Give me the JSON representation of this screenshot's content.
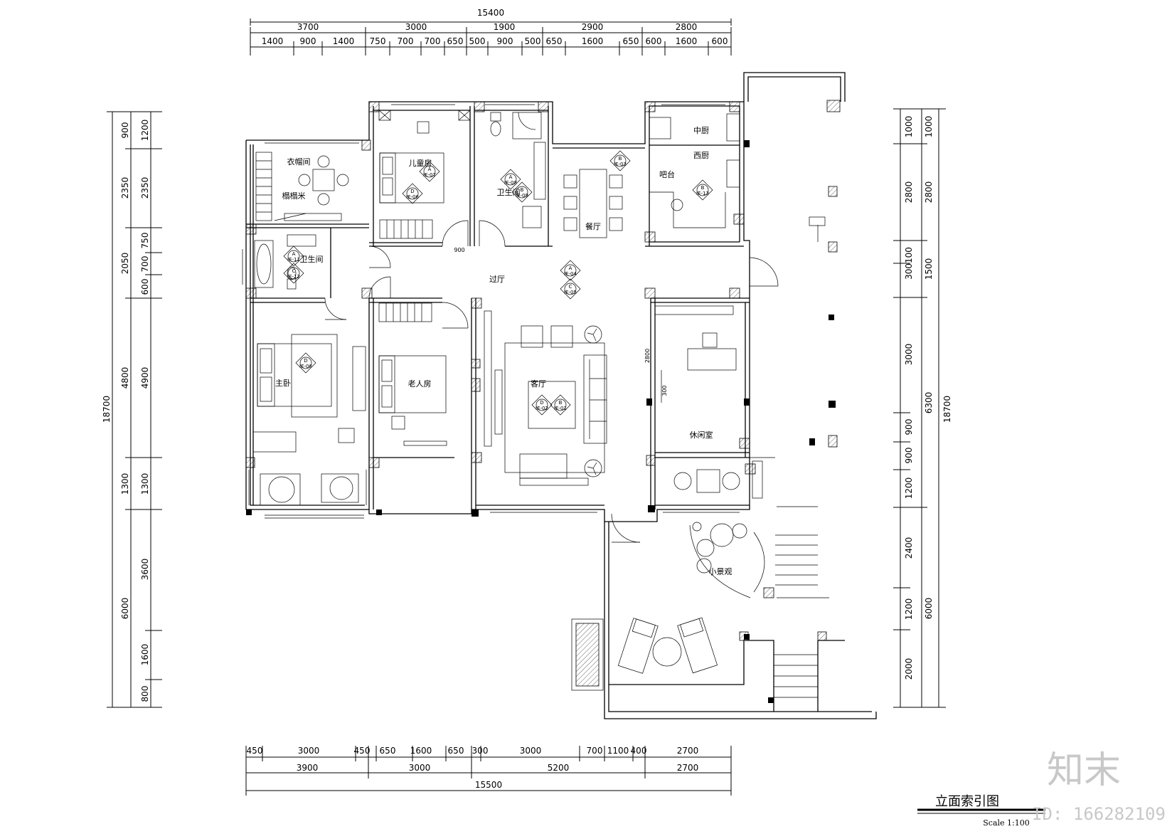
{
  "top_dims": {
    "total": "15400",
    "segments": [
      "3700",
      "3000",
      "1900",
      "2900",
      "2800"
    ],
    "sub": [
      "1400",
      "900",
      "1400",
      "750",
      "700",
      "700",
      "650",
      "500",
      "900",
      "500",
      "650",
      "1600",
      "650",
      "600",
      "1600",
      "600"
    ]
  },
  "bottom_dims": {
    "total": "15500",
    "segments": [
      "3900",
      "3000",
      "5200",
      "2700"
    ],
    "sub": [
      "450",
      "3000",
      "450",
      "650",
      "1600",
      "650",
      "300",
      "3000",
      "700",
      "1100",
      "400",
      "2700"
    ]
  },
  "left_dims": {
    "total": "18700",
    "outer": [
      "900",
      "2350",
      "2050",
      "4800",
      "1300",
      "6000"
    ],
    "inner": [
      "1200",
      "2350",
      "750",
      "700",
      "600",
      "4900",
      "1300",
      "3600",
      "1600",
      "800"
    ]
  },
  "right_dims": {
    "total": "18700",
    "outer": [
      "1000",
      "2800",
      "1500",
      "6300",
      "6000"
    ],
    "inner": [
      "1000",
      "2800",
      "1000",
      "3000",
      "900",
      "900",
      "1200",
      "2400",
      "1200",
      "2000"
    ],
    "stacked": "300100"
  },
  "rooms": {
    "cloakroom": "衣帽间",
    "tatami": "榻榻米",
    "kid_room": "儿童房",
    "bath": "卫生间",
    "master_bed": "主卧",
    "elder_room": "老人房",
    "hall": "过厅",
    "living": "客厅",
    "dining": "餐厅",
    "chinese_kitchen": "中厨",
    "western_kitchen": "西厨",
    "bar": "吧台",
    "leisure": "休闲室",
    "garden": "小景观"
  },
  "tags": {
    "a07": {
      "top": "A",
      "bottom": "IE-07"
    },
    "d06": {
      "top": "D",
      "bottom": "IE-06"
    },
    "a08": {
      "top": "A",
      "bottom": "IE-08"
    },
    "b09": {
      "top": "B",
      "bottom": "IE-09"
    },
    "b03": {
      "top": "B",
      "bottom": "IE-03"
    },
    "b13": {
      "top": "B",
      "bottom": "IE-13"
    },
    "a11": {
      "top": "A",
      "bottom": "IE-11"
    },
    "c12": {
      "top": "C",
      "bottom": "IE-12"
    },
    "a04": {
      "top": "A",
      "bottom": "IE-04"
    },
    "c05": {
      "top": "C",
      "bottom": "IE-05"
    },
    "d06b": {
      "top": "D",
      "bottom": "IE-06"
    },
    "d02": {
      "top": "D",
      "bottom": "IE-02"
    },
    "b01": {
      "top": "B",
      "bottom": "IE-01"
    }
  },
  "small_labels": {
    "door_w": "900",
    "wall_len": "2800",
    "wall_short": "300"
  },
  "title": "立面索引图",
  "scale": "Scale 1:100",
  "watermark": {
    "brand": "知末",
    "id": "ID: 166282109"
  }
}
